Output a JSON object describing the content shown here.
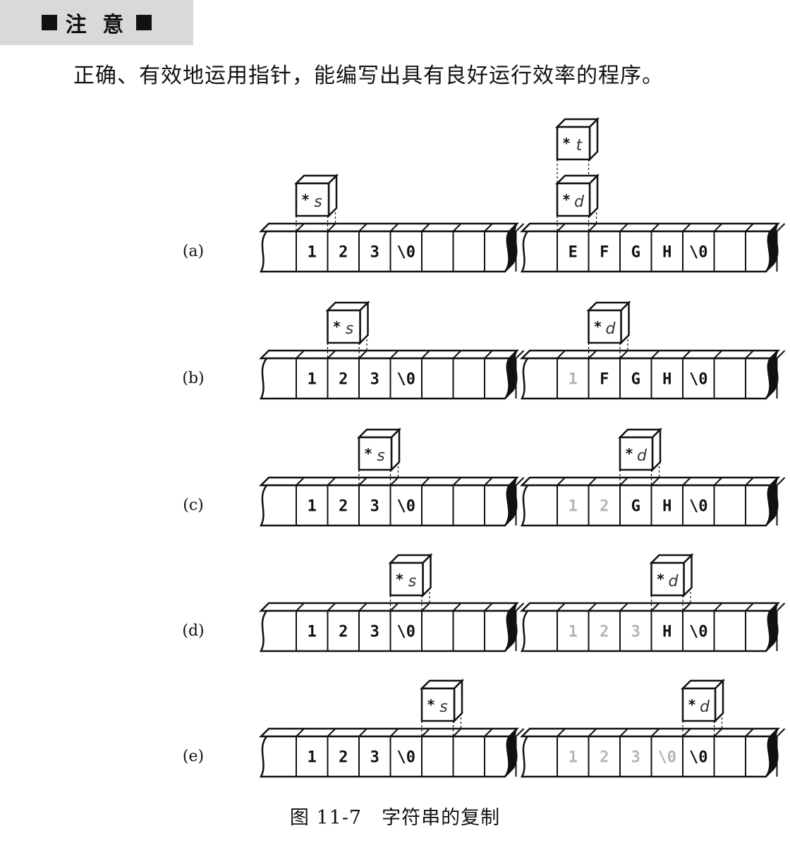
{
  "note": {
    "label": "注 意"
  },
  "paragraph": "正确、有效地运用指针，能编写出具有良好运行效率的程序。",
  "figure": {
    "caption": "图 11-7　字符串的复制",
    "rows": [
      {
        "label": "(a)",
        "src": {
          "cells": [
            "1",
            "2",
            "3",
            "\\0",
            "",
            "",
            ""
          ],
          "faded": [],
          "pointer": "s",
          "pointer_index": 0
        },
        "dst": {
          "cells": [
            "E",
            "F",
            "G",
            "H",
            "\\0",
            "",
            ""
          ],
          "faded": [],
          "pointer": "d",
          "pointer_index": 0,
          "extra_pointer": "t"
        }
      },
      {
        "label": "(b)",
        "src": {
          "cells": [
            "1",
            "2",
            "3",
            "\\0",
            "",
            "",
            ""
          ],
          "faded": [],
          "pointer": "s",
          "pointer_index": 1
        },
        "dst": {
          "cells": [
            "1",
            "F",
            "G",
            "H",
            "\\0",
            "",
            ""
          ],
          "faded": [
            0
          ],
          "pointer": "d",
          "pointer_index": 1
        }
      },
      {
        "label": "(c)",
        "src": {
          "cells": [
            "1",
            "2",
            "3",
            "\\0",
            "",
            "",
            ""
          ],
          "faded": [],
          "pointer": "s",
          "pointer_index": 2
        },
        "dst": {
          "cells": [
            "1",
            "2",
            "G",
            "H",
            "\\0",
            "",
            ""
          ],
          "faded": [
            0,
            1
          ],
          "pointer": "d",
          "pointer_index": 2
        }
      },
      {
        "label": "(d)",
        "src": {
          "cells": [
            "1",
            "2",
            "3",
            "\\0",
            "",
            "",
            ""
          ],
          "faded": [],
          "pointer": "s",
          "pointer_index": 3
        },
        "dst": {
          "cells": [
            "1",
            "2",
            "3",
            "H",
            "\\0",
            "",
            ""
          ],
          "faded": [
            0,
            1,
            2
          ],
          "pointer": "d",
          "pointer_index": 3
        }
      },
      {
        "label": "(e)",
        "src": {
          "cells": [
            "1",
            "2",
            "3",
            "\\0",
            "",
            "",
            ""
          ],
          "faded": [],
          "pointer": "s",
          "pointer_index": 4
        },
        "dst": {
          "cells": [
            "1",
            "2",
            "3",
            "\\0",
            "\\0",
            "",
            ""
          ],
          "faded": [
            0,
            1,
            2,
            3
          ],
          "pointer": "d",
          "pointer_index": 4
        }
      }
    ]
  }
}
